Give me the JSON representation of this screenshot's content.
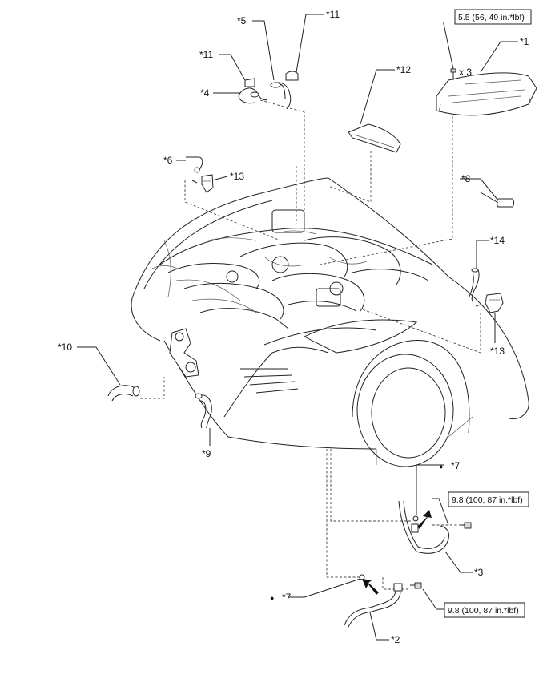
{
  "callouts": {
    "c1": "*1",
    "c2": "*2",
    "c3": "*3",
    "c4": "*4",
    "c5": "*5",
    "c6": "*6",
    "c7a": "*7",
    "c7b": "*7",
    "c8": "*8",
    "c9": "*9",
    "c10": "*10",
    "c11a": "*11",
    "c11b": "*11",
    "c12": "*12",
    "c13a": "*13",
    "c13b": "*13",
    "c14": "*14"
  },
  "torque": {
    "top": "5.5 (56, 49 in.*lbf)",
    "mid": "9.8 (100, 87 in.*lbf)",
    "bottom": "9.8 (100, 87 in.*lbf)"
  },
  "quantity": "x 3",
  "markers": {
    "dot": "●"
  }
}
